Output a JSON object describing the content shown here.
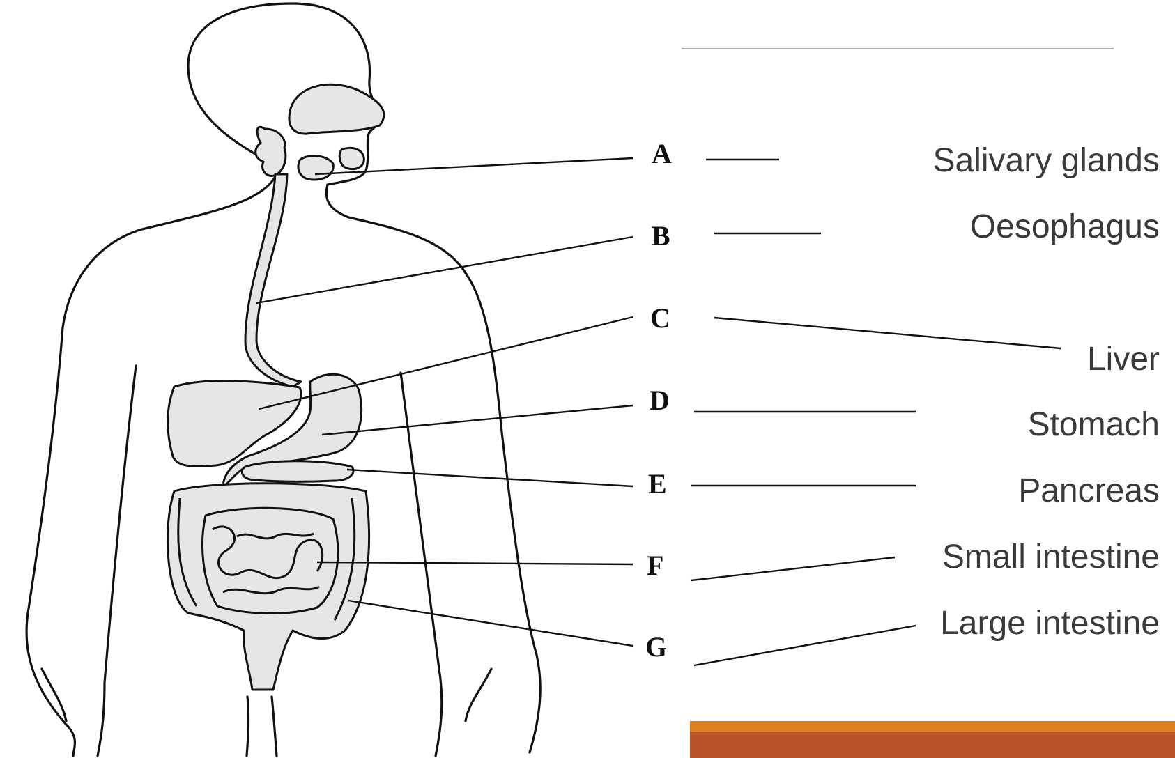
{
  "diagram": {
    "letters": [
      "A",
      "B",
      "C",
      "D",
      "E",
      "F",
      "G"
    ],
    "terms": [
      "Salivary glands",
      "Oesophagus",
      "Liver",
      "Stomach",
      "Pancreas",
      "Small intestine",
      "Large intestine"
    ]
  },
  "colors": {
    "accent_orange": "#e07f1e",
    "accent_rust": "#bb5328",
    "title_rule": "#8c8c8c",
    "term_text": "#3a3a3a",
    "organ_fill": "#e6e6e6"
  }
}
